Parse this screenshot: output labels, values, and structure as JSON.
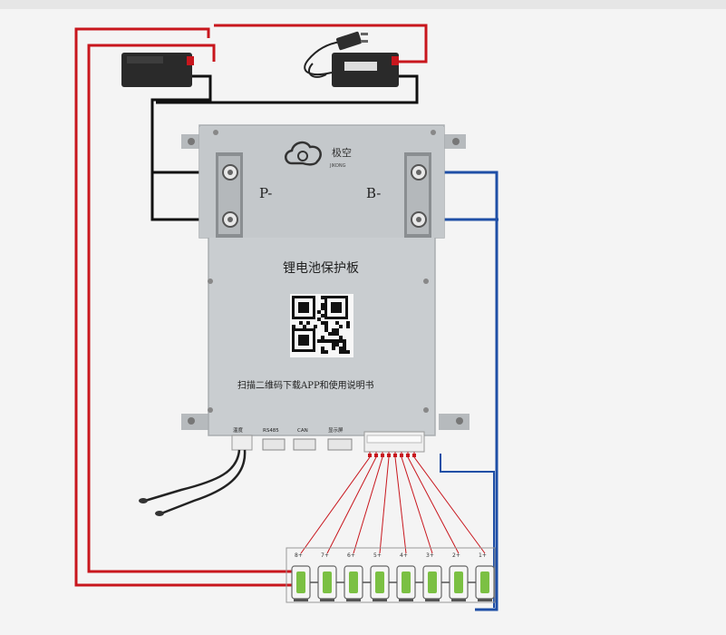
{
  "brand": {
    "name": "极空",
    "subtitle": "JIKONG"
  },
  "terminals": {
    "p_minus": "P-",
    "b_minus": "B-"
  },
  "board": {
    "title": "锂电池保护板",
    "instruction": "扫描二维码下载APP和使用说明书"
  },
  "connectors": {
    "temp": "温度",
    "rs485": "RS485",
    "can": "CAN",
    "display": "显示屏"
  },
  "cells": {
    "labels": [
      "8+",
      "7+",
      "6+",
      "5+",
      "4+",
      "3+",
      "2+",
      "1+"
    ]
  },
  "colors": {
    "red_wire": "#c8161d",
    "black_wire": "#111111",
    "blue_wire": "#1f4fa6",
    "board": "#c9cdd0",
    "cell_green": "#7bc043"
  }
}
